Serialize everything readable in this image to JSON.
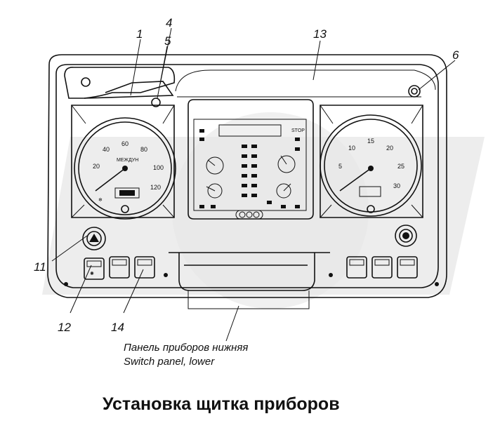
{
  "callouts": [
    {
      "id": "1",
      "label": "1"
    },
    {
      "id": "4",
      "label": "4"
    },
    {
      "id": "5",
      "label": "5"
    },
    {
      "id": "13",
      "label": "13"
    },
    {
      "id": "6",
      "label": "6"
    },
    {
      "id": "11",
      "label": "11"
    },
    {
      "id": "12",
      "label": "12"
    },
    {
      "id": "14",
      "label": "14"
    }
  ],
  "caption": {
    "line_ru": "Панель приборов нижняя",
    "line_en": "Switch panel, lower"
  },
  "title": "Установка щитка приборов",
  "speedometer": {
    "ticks": [
      "20",
      "40",
      "60",
      "80",
      "100",
      "120"
    ],
    "brand": "МЕЖДУН"
  },
  "tachometer": {
    "ticks": [
      "5",
      "10",
      "15",
      "20",
      "25",
      "30"
    ]
  },
  "center_panel": {
    "stop_label": "STOP"
  },
  "colors": {
    "ink": "#111111",
    "watermark": "#d9d9d9",
    "background": "#ffffff"
  }
}
